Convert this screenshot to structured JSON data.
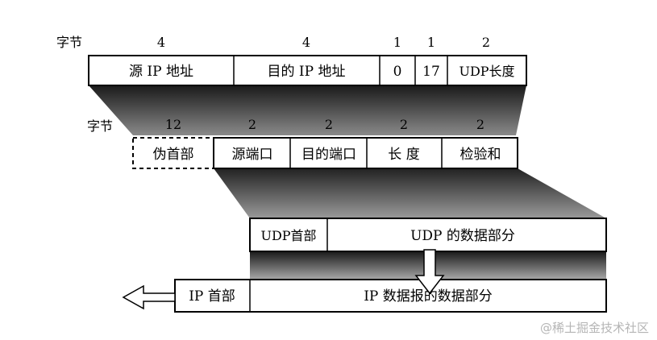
{
  "colors": {
    "line": "#000000",
    "shade_dark": "#1a1a1a",
    "watermark": "#b5b5b5"
  },
  "pseudo_header": {
    "byte_label": "字节",
    "byte_counts": [
      "4",
      "4",
      "1",
      "1",
      "2"
    ],
    "fields": [
      "源 IP 地址",
      "目的 IP 地址",
      "0",
      "17",
      "UDP长度"
    ]
  },
  "udp_header": {
    "byte_label": "字节",
    "byte_counts": [
      "12",
      "2",
      "2",
      "2",
      "2"
    ],
    "fields": [
      "伪首部",
      "源端口",
      "目的端口",
      "长 度",
      "检验和"
    ]
  },
  "udp_datagram": {
    "header": "UDP首部",
    "data": "UDP 的数据部分"
  },
  "ip_datagram": {
    "header": "IP 首部",
    "data": "IP 数据报的数据部分"
  },
  "watermark": "@稀土掘金技术社区"
}
